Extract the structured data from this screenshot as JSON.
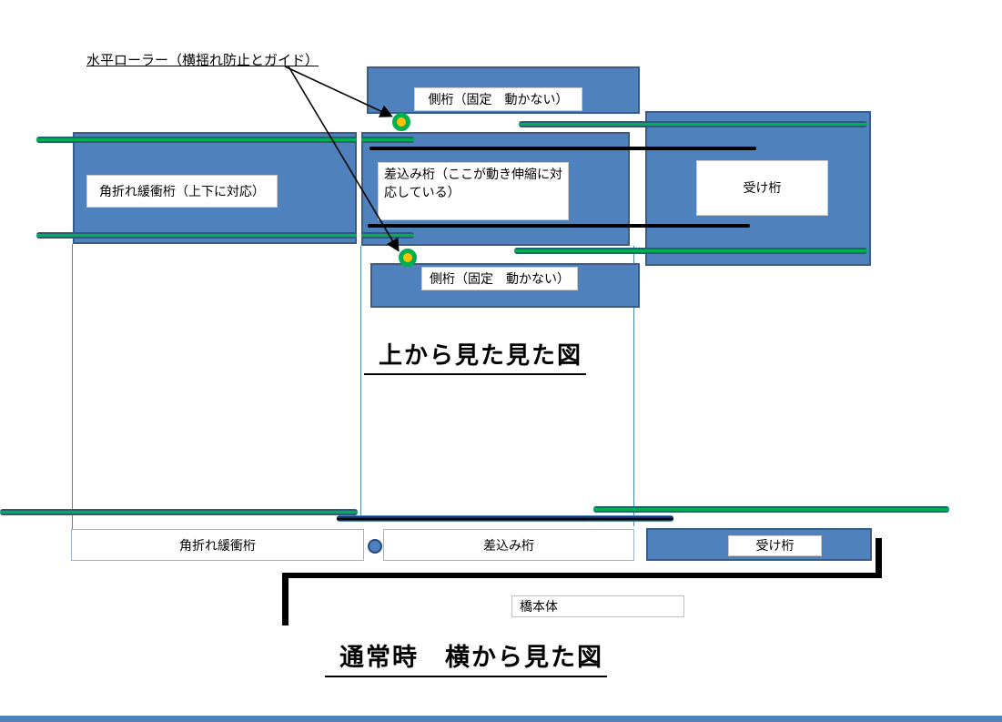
{
  "colors": {
    "girder_blue": "#4f81bd",
    "girder_border": "#385d8a",
    "rail_green": "#00b050",
    "rail_teal": "#2a5d7c",
    "roller_yellow": "#ffc000",
    "rod_navy": "#17375e",
    "line_black": "#000000"
  },
  "top_view": {
    "roller_label": "水平ローラー（横揺れ防止とガイド）",
    "side_girder_top_label": "側桁（固定　動かない）",
    "buffer_girder_label": "角折れ緩衝桁（上下に対応）",
    "insert_girder_label": "差込み桁（ここが動き伸縮に対応している）",
    "receive_girder_label": "受け桁",
    "side_girder_bottom_label": "側桁（固定　動かない）",
    "title": "上から見た見た図"
  },
  "side_view": {
    "buffer_girder_label": "角折れ緩衝桁",
    "insert_girder_label": "差込み桁",
    "receive_girder_label": "受け桁",
    "bridge_body_label": "橋本体",
    "title": "通常時　横から見た図"
  }
}
